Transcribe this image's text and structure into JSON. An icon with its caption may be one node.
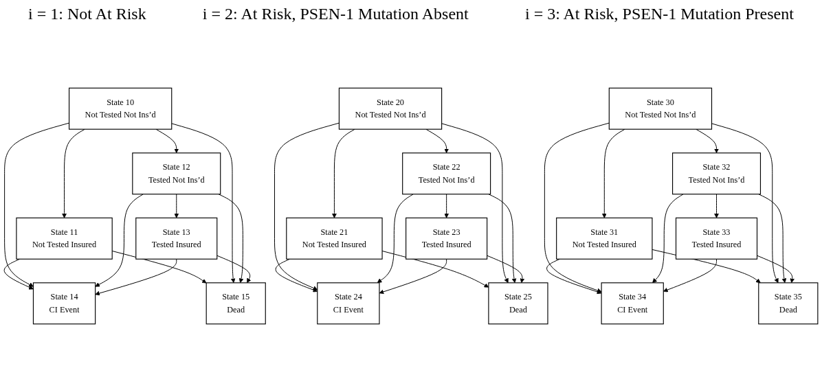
{
  "diagram": {
    "nodes": [
      {
        "text": [
          "State 11",
          "Not Tested Insured"
        ]
      },
      {
        "text": [
          "State 10",
          "Not Tested Not Ins’d"
        ]
      },
      {
        "text": [
          "State 12",
          "Tested Not Ins’d"
        ]
      },
      {
        "text": [
          "State 13",
          "Tested Insured"
        ]
      },
      {
        "text": [
          "State 14",
          "CI Event"
        ]
      },
      {
        "text": [
          "State 15",
          "Dead"
        ]
      },
      {
        "text": [
          "State 21",
          "Not Tested Insured"
        ]
      },
      {
        "text": [
          "State 20",
          "Not Tested Not Ins’d"
        ]
      },
      {
        "text": [
          "State 22",
          "Tested Not Ins’d"
        ]
      },
      {
        "text": [
          "State 23",
          "Tested Insured"
        ]
      },
      {
        "text": [
          "State 24",
          "CI Event"
        ]
      },
      {
        "text": [
          "State 25",
          "Dead"
        ]
      },
      {
        "text": [
          "State 31",
          "Not Tested Insured"
        ]
      },
      {
        "text": [
          "State 30",
          "Not Tested Not Ins’d"
        ]
      },
      {
        "text": [
          "State 32",
          "Tested Not Ins’d"
        ]
      },
      {
        "text": [
          "State 33",
          "Tested Insured"
        ]
      },
      {
        "text": [
          "State 34",
          "CI Event"
        ]
      },
      {
        "text": [
          "State 35",
          "Dead"
        ]
      }
    ],
    "edges": [
      {
        "from": 1,
        "to": 0,
        "arrow": "to"
      },
      {
        "from": 1,
        "to": 2,
        "arrow": "to"
      },
      {
        "from": 2,
        "to": 3,
        "arrow": "to"
      },
      {
        "from": 0,
        "to": 4,
        "arrow": "to"
      },
      {
        "from": 0,
        "to": 5,
        "arrow": "to"
      },
      {
        "from": 1,
        "to": 4,
        "arrow": "to"
      },
      {
        "from": 1,
        "to": 5,
        "arrow": "to"
      },
      {
        "from": 2,
        "to": 4,
        "arrow": "to"
      },
      {
        "from": 2,
        "to": 5,
        "arrow": "to"
      },
      {
        "from": 3,
        "to": 4,
        "arrow": "to"
      },
      {
        "from": 3,
        "to": 5,
        "arrow": "to"
      },
      {
        "from": 7,
        "to": 6,
        "arrow": "to"
      },
      {
        "from": 7,
        "to": 8,
        "arrow": "to"
      },
      {
        "from": 8,
        "to": 9,
        "arrow": "to"
      },
      {
        "from": 6,
        "to": 10,
        "arrow": "to"
      },
      {
        "from": 6,
        "to": 11,
        "arrow": "to"
      },
      {
        "from": 7,
        "to": 10,
        "arrow": "to"
      },
      {
        "from": 7,
        "to": 11,
        "arrow": "to"
      },
      {
        "from": 8,
        "to": 10,
        "arrow": "to"
      },
      {
        "from": 8,
        "to": 11,
        "arrow": "to"
      },
      {
        "from": 9,
        "to": 10,
        "arrow": "to"
      },
      {
        "from": 9,
        "to": 11,
        "arrow": "to"
      },
      {
        "from": 13,
        "to": 12,
        "arrow": "to"
      },
      {
        "from": 13,
        "to": 14,
        "arrow": "to"
      },
      {
        "from": 14,
        "to": 15,
        "arrow": "to"
      },
      {
        "from": 12,
        "to": 16,
        "arrow": "to"
      },
      {
        "from": 12,
        "to": 17,
        "arrow": "to"
      },
      {
        "from": 13,
        "to": 16,
        "arrow": "to"
      },
      {
        "from": 13,
        "to": 17,
        "arrow": "to"
      },
      {
        "from": 14,
        "to": 16,
        "arrow": "to"
      },
      {
        "from": 14,
        "to": 17,
        "arrow": "to"
      },
      {
        "from": 15,
        "to": 16,
        "arrow": "to"
      },
      {
        "from": 15,
        "to": 17,
        "arrow": "to"
      }
    ],
    "labels": [
      "i = 1: Not At Risk",
      "i = 2: At Risk, PSEN-1 Mutation Absent",
      "i = 3: At Risk, PSEN-1 Mutation Present"
    ]
  }
}
